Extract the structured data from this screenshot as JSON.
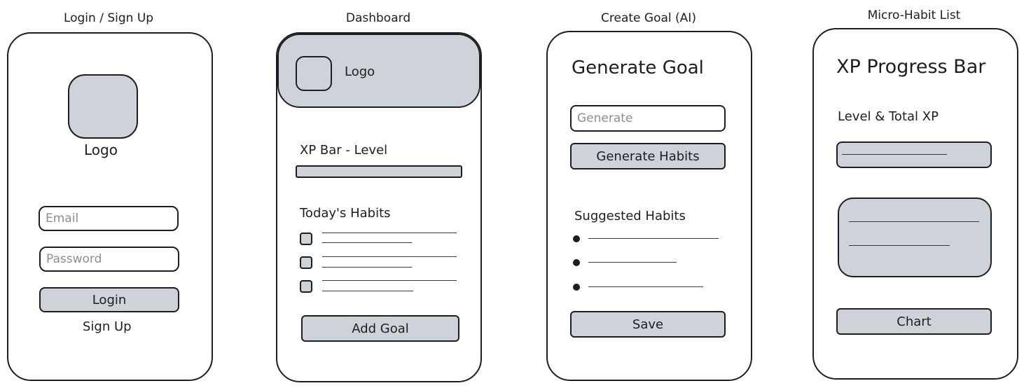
{
  "screens": {
    "login": {
      "title": "Login / Sign Up",
      "logo_label": "Logo",
      "email_placeholder": "Email",
      "password_placeholder": "Password",
      "login_label": "Login",
      "signup_label": "Sign Up"
    },
    "dashboard": {
      "title": "Dashboard",
      "logo_label": "Logo",
      "xp_label": "XP Bar - Level",
      "habits_label": "Today's Habits",
      "add_goal_label": "Add Goal"
    },
    "create_goal": {
      "title": "Create Goal (AI)",
      "heading": "Generate Goal",
      "input_placeholder": "Generate",
      "generate_button_label": "Generate Habits",
      "suggested_label": "Suggested Habits",
      "save_label": "Save"
    },
    "habit_list": {
      "title": "Micro-Habit List",
      "heading": "XP Progress Bar",
      "level_label": "Level & Total XP",
      "chart_label": "Chart"
    }
  },
  "colors": {
    "fill_gray": "#ced3da",
    "stroke": "#1e1e1e",
    "placeholder": "#8a8f96"
  }
}
